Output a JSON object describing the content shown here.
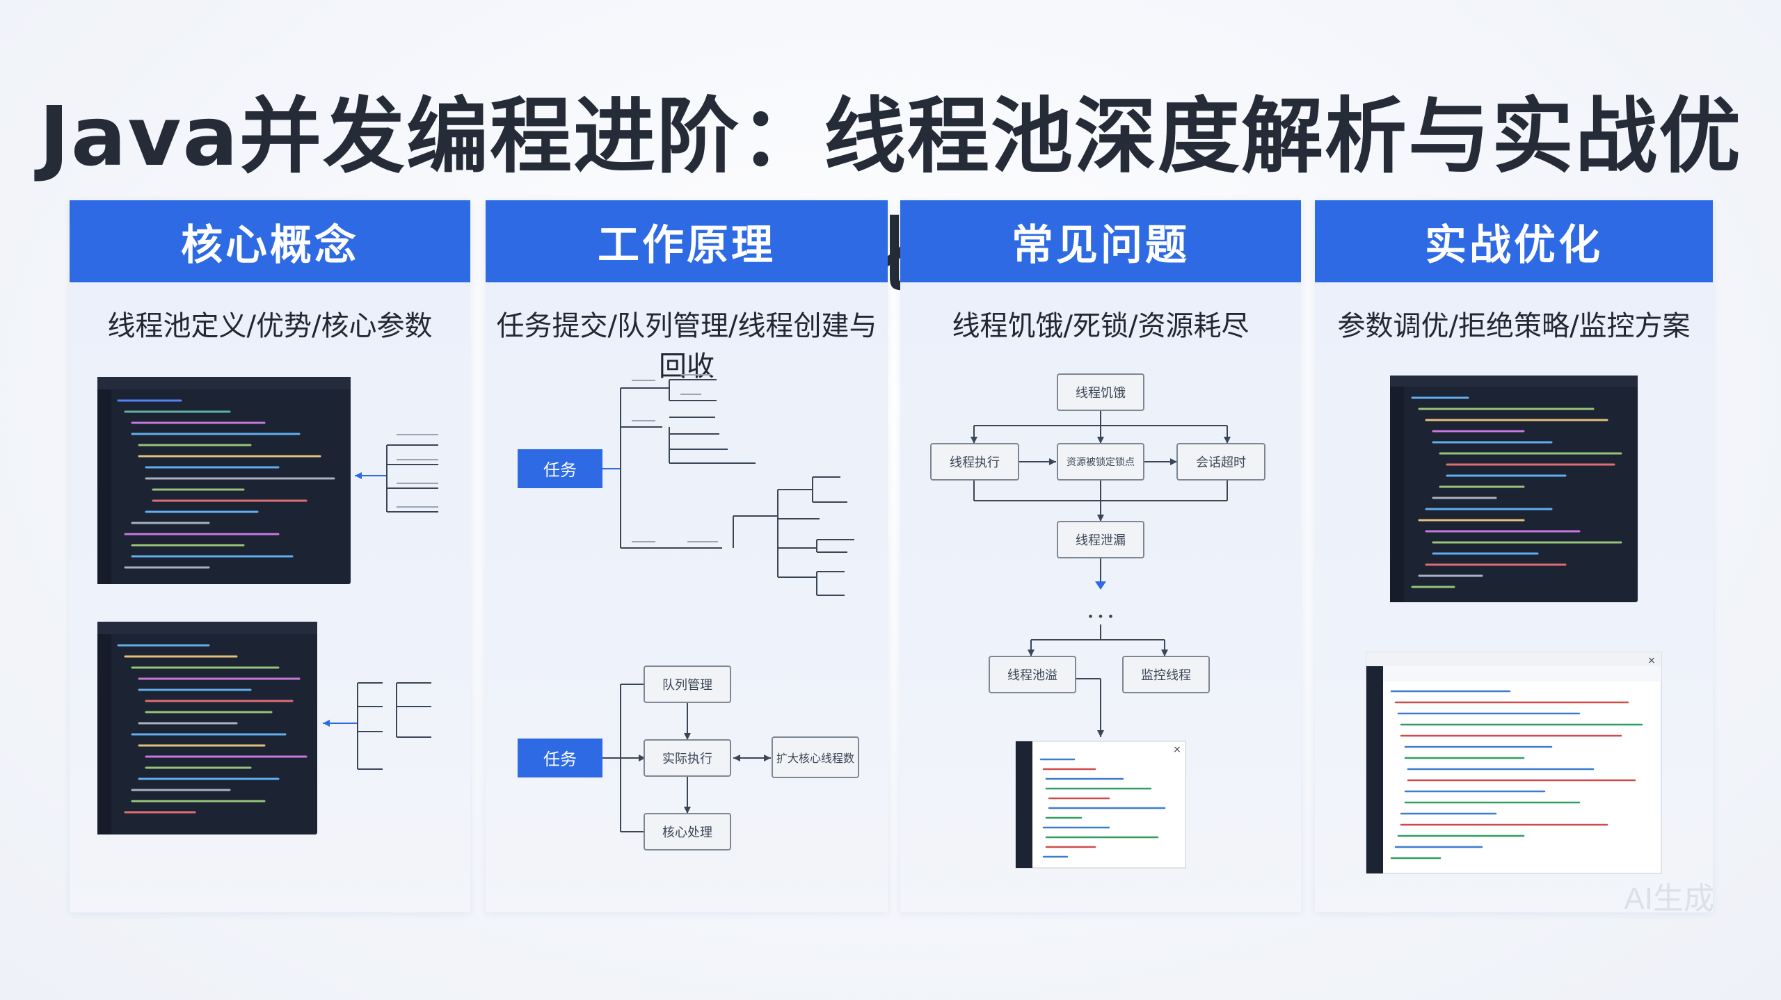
{
  "title": "Java并发编程进阶：线程池深度解析与实战优化",
  "panels": [
    {
      "header": "核心概念",
      "subtitle": "线程池定义/优势/核心参数"
    },
    {
      "header": "工作原理",
      "subtitle": "任务提交/队列管理/线程创建与回收"
    },
    {
      "header": "常见问题",
      "subtitle": "线程饥饿/死锁/资源耗尽"
    },
    {
      "header": "实战优化",
      "subtitle": "参数调优/拒绝策略/监控方案"
    }
  ],
  "diagram": {
    "task_label": "任务",
    "task_label_2": "任务",
    "queue_manage": "队列管理",
    "execute": "实际执行",
    "core_logic": "核心处理",
    "side_box": "扩大核心线程数",
    "thread_hunger": "线程饥饿",
    "task_block": "线程执行",
    "deadlock_point": "资源被锁定锁点",
    "wait_resource": "会话超时",
    "resource_exhaust": "线程泄漏",
    "ellipsis": "• • •",
    "branch_left": "线程池溢",
    "branch_right": "监控线程",
    "watermark": "AI生成"
  },
  "colors": {
    "accent": "#2d6ae3",
    "title": "#252c38",
    "code_bg": "#1c2333"
  }
}
